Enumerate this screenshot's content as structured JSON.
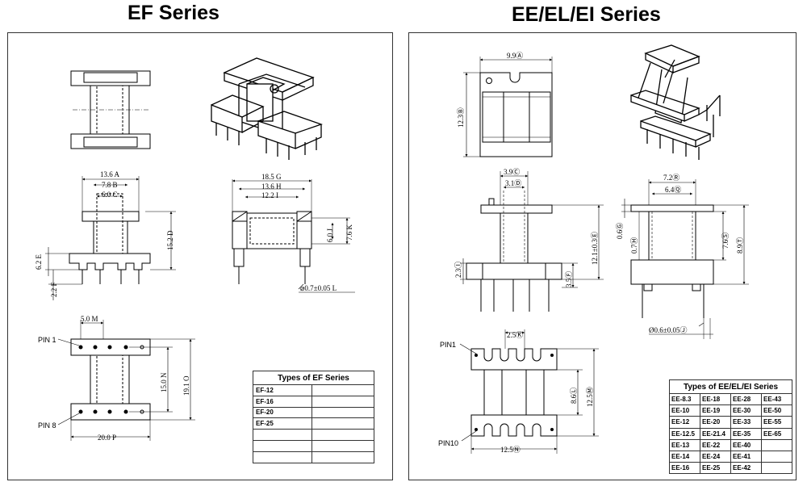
{
  "ef": {
    "title": "EF  Series",
    "dims": {
      "a": "13.6 A",
      "b": "7.8  B",
      "c": "6.0  C",
      "d": "15.2 D",
      "e": "6.2 E",
      "f": "2.2 F",
      "g": "18.5  G",
      "h": "13.6   H",
      "i": "12.2   I",
      "j": "6.0 J",
      "k": "7.6 K",
      "l": "⌀0.7±0.05  L",
      "m": "5.0  M",
      "n": "15.0 N",
      "o": "19.1 O",
      "p": "20.0   P"
    },
    "pins": {
      "pin1": "PIN 1",
      "pin8": "PIN 8"
    },
    "table": {
      "header": "Types of EF Series",
      "rows": [
        "EF-12",
        "EF-16",
        "EF-20",
        "EF-25",
        "",
        "",
        ""
      ]
    }
  },
  "ee": {
    "title": "EE/EL/EI Series",
    "dims": {
      "a": "9.9Ⓐ",
      "b": "12.3Ⓑ",
      "c": "3.9Ⓒ",
      "d": "3.1Ⓓ",
      "e": "12.1±0.3Ⓔ",
      "f": "3.5Ⓕ",
      "i": "2.3Ⓘ",
      "r": "7.2Ⓡ",
      "q": "6.4Ⓠ",
      "g": "0.6Ⓖ",
      "h": "0.7Ⓗ",
      "s": "7.6Ⓢ",
      "t": "8.9Ⓣ",
      "j": "Ø0.6±0.05Ⓙ",
      "k": "2.5Ⓚ",
      "l": "8.6Ⓛ",
      "m": "12.5Ⓜ",
      "n": "12.5Ⓝ"
    },
    "pins": {
      "pin1": "PIN1",
      "pin10": "PIN10"
    },
    "table": {
      "header": "Types of EE/EL/EI Series",
      "rows": [
        [
          "EE-8.3",
          "EE-18",
          "EE-28",
          "EE-43"
        ],
        [
          "EE-10",
          "EE-19",
          "EE-30",
          "EE-50"
        ],
        [
          "EE-12",
          "EE-20",
          "EE-33",
          "EE-55"
        ],
        [
          "EE-12.5",
          "EE-21.4",
          "EE-35",
          "EE-65"
        ],
        [
          "EE-13",
          "EE-22",
          "EE-40",
          ""
        ],
        [
          "EE-14",
          "EE-24",
          "EE-41",
          ""
        ],
        [
          "EE-16",
          "EE-25",
          "EE-42",
          ""
        ]
      ]
    }
  }
}
